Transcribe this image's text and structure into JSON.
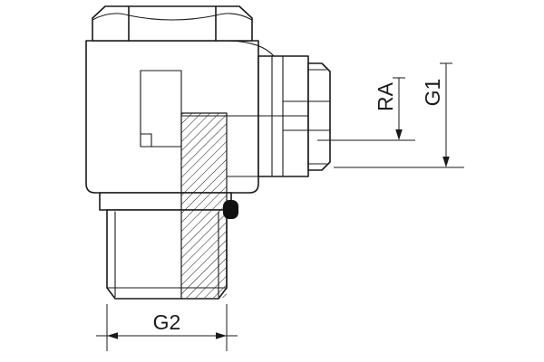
{
  "page": {
    "background": "#ffffff",
    "line_color": "#1a1a1a",
    "seal_color": "#111111"
  },
  "dimensions": {
    "ra": {
      "label": "RA"
    },
    "g1": {
      "label": "G1"
    },
    "g2": {
      "label": "G2"
    }
  }
}
